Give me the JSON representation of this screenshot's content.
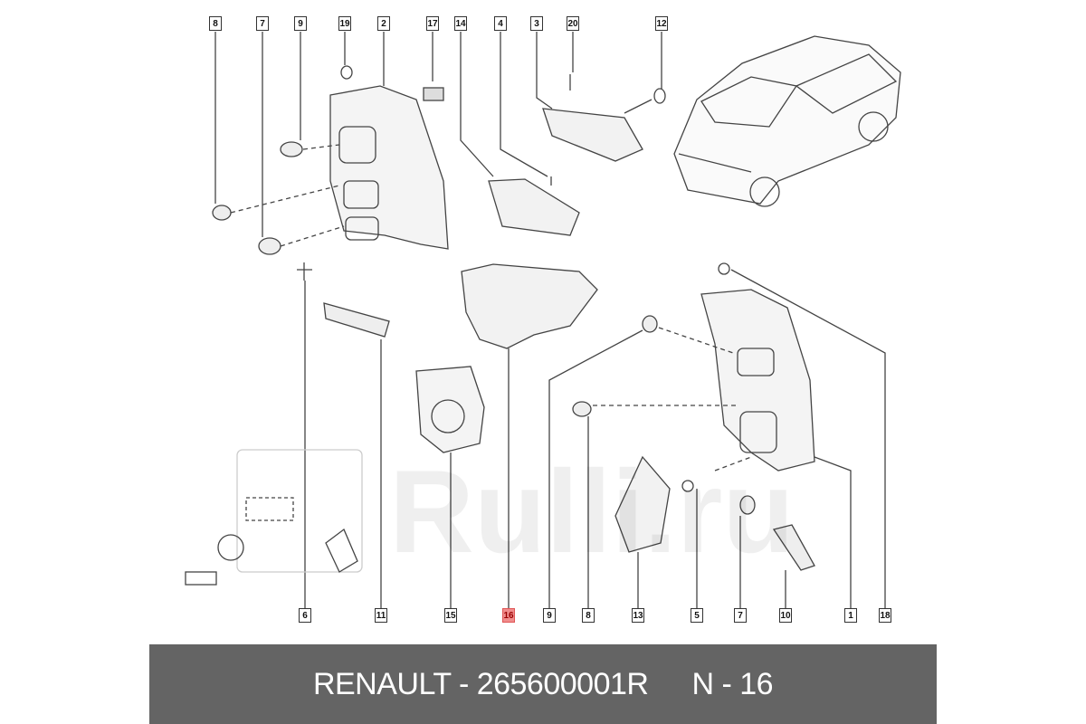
{
  "diagram": {
    "top_callouts": [
      "8",
      "7",
      "9",
      "19",
      "2",
      "17",
      "14",
      "4",
      "3",
      "20",
      "12"
    ],
    "bottom_callouts": [
      "6",
      "11",
      "15",
      "16",
      "9",
      "8",
      "13",
      "5",
      "7",
      "10",
      "1",
      "18"
    ],
    "highlighted": "16",
    "highlight_color": "#f08c8c"
  },
  "watermark": "Rulli.ru",
  "footer": {
    "part": "RENAULT - 265600001R",
    "position": "N - 16"
  }
}
